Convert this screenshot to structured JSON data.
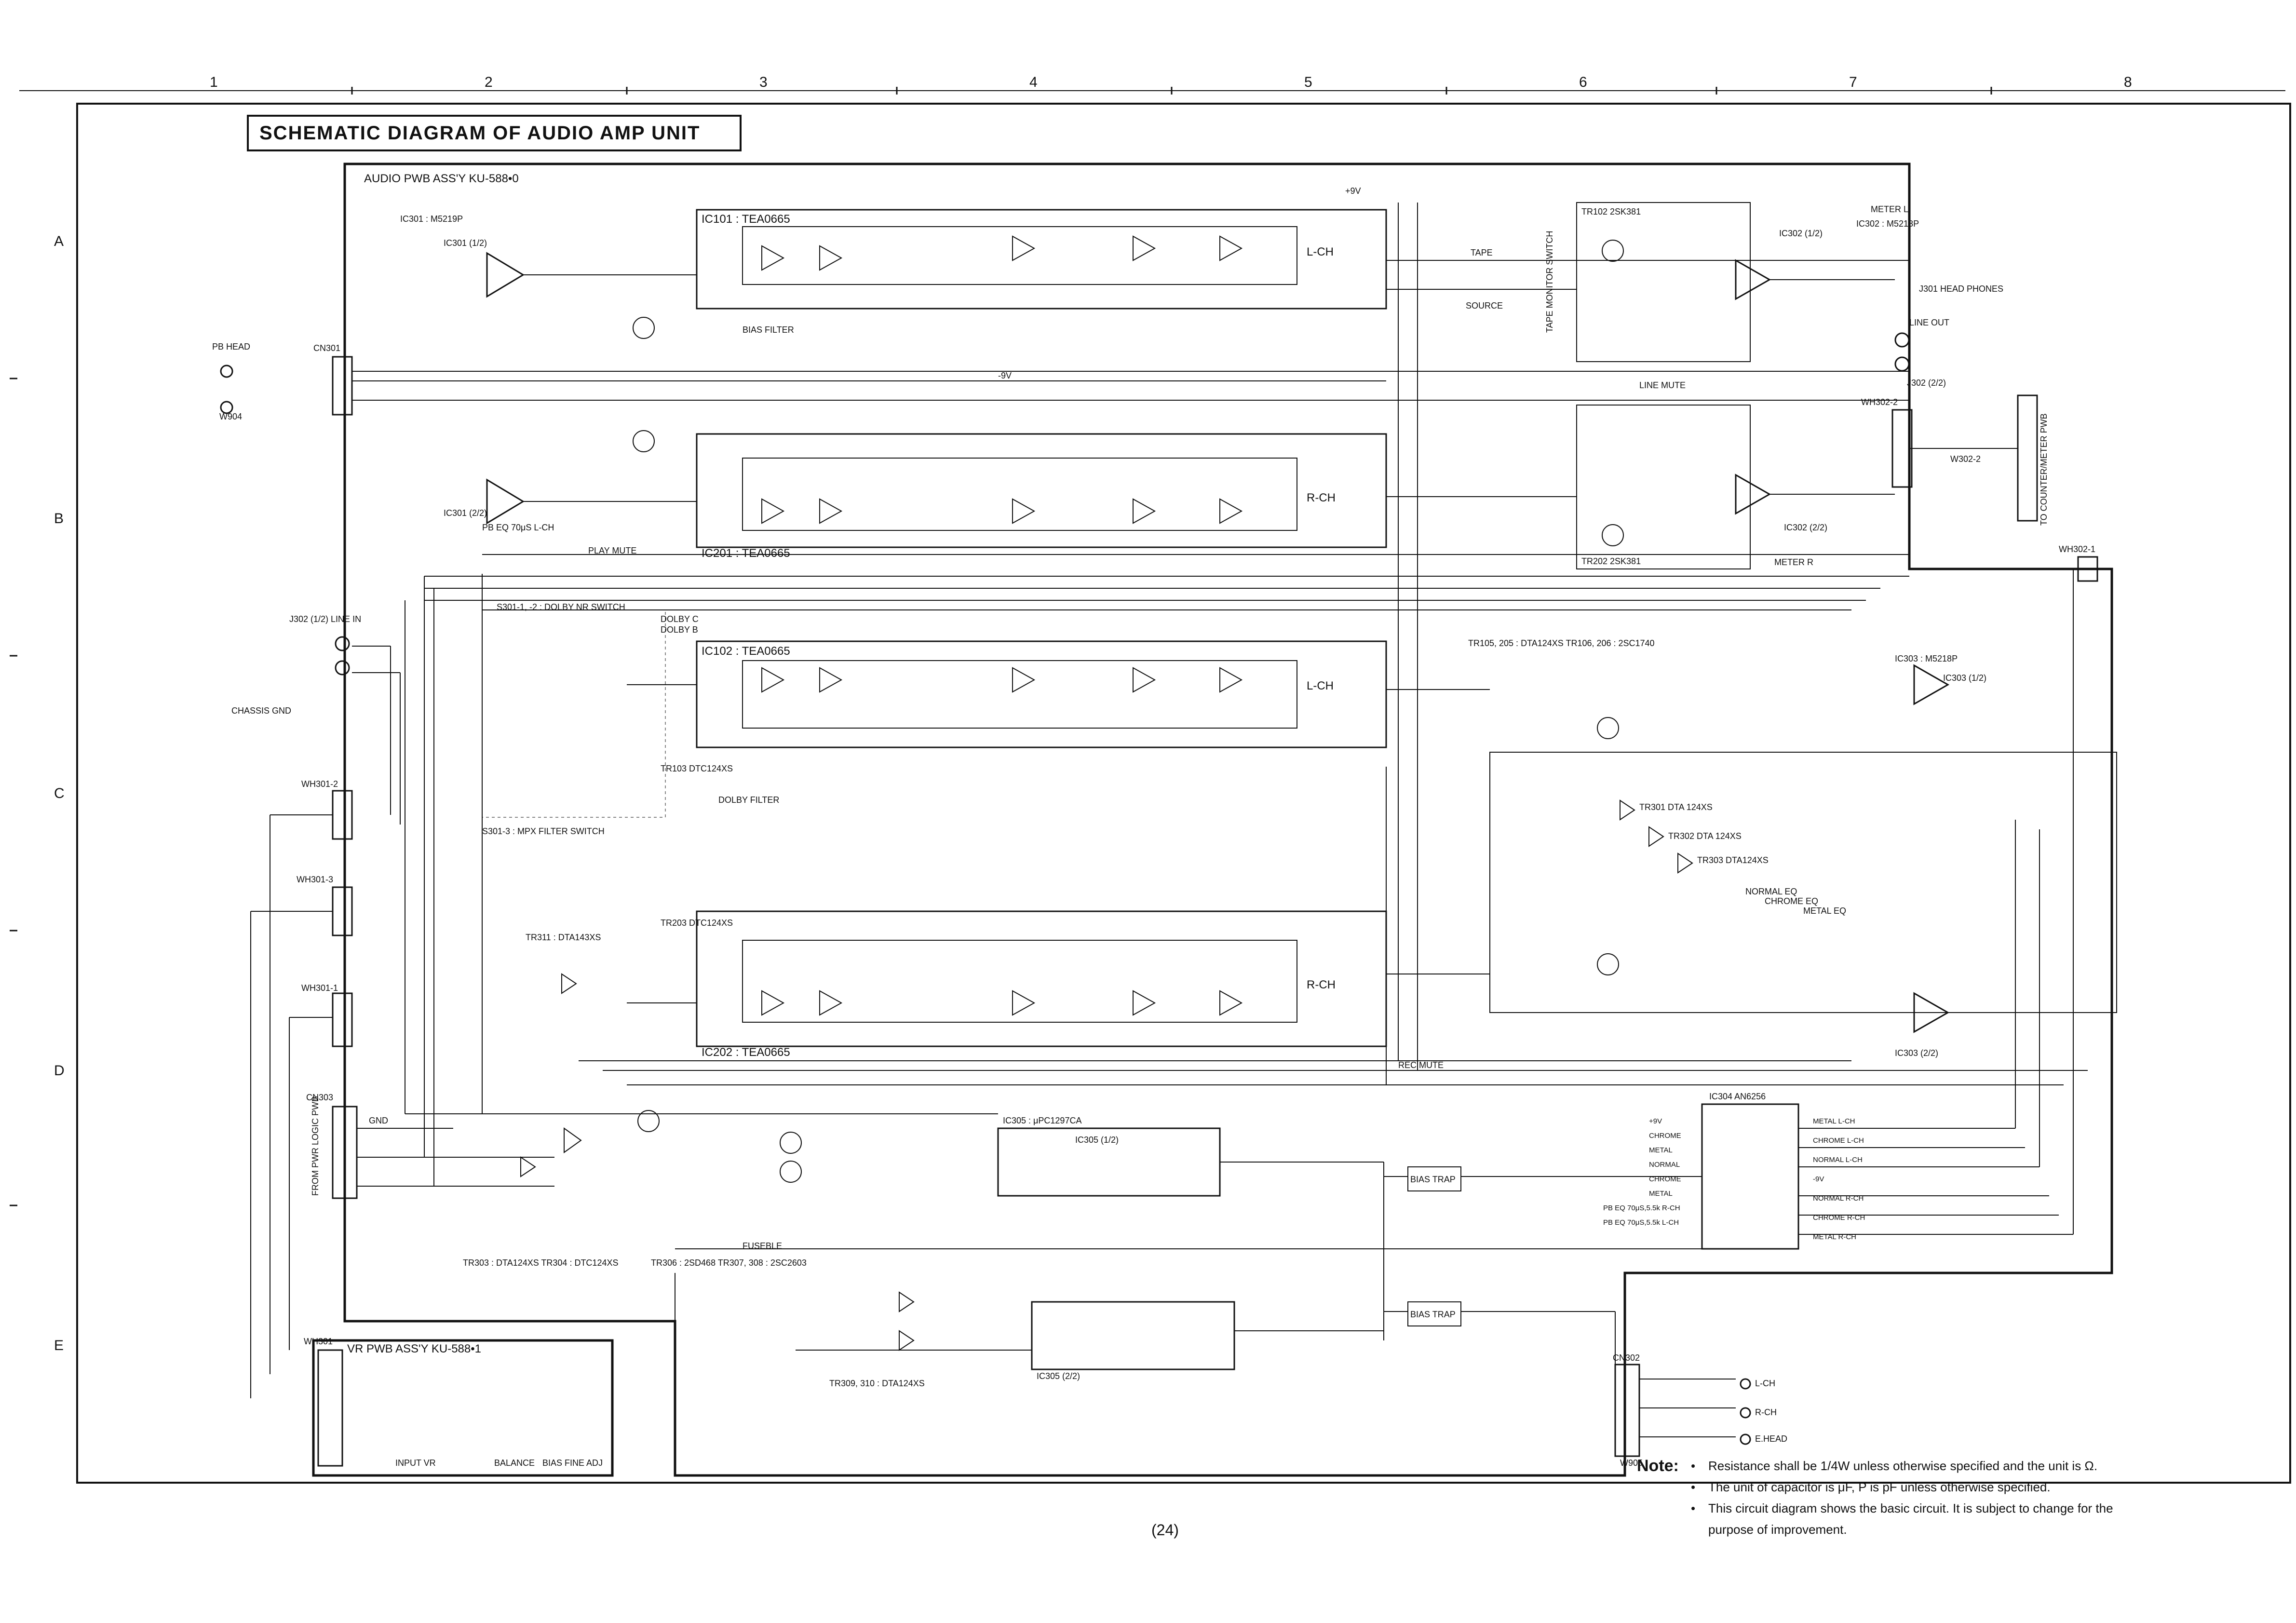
{
  "title": "SCHEMATIC DIAGRAM OF AUDIO AMP UNIT",
  "board": "AUDIO PWB ASS'Y   KU-588•0",
  "vr_board": "VR PWB ASS'Y   KU-588•1",
  "page_number": "(24)",
  "grid": {
    "columns": [
      "1",
      "2",
      "3",
      "4",
      "5",
      "6",
      "7",
      "8"
    ],
    "rows": [
      "A",
      "B",
      "C",
      "D",
      "E"
    ]
  },
  "ics": [
    {
      "ref": "IC101 : TEA0665",
      "channel": "L-CH"
    },
    {
      "ref": "IC201 : TEA0665",
      "channel": "R-CH"
    },
    {
      "ref": "IC102 : TEA0665",
      "channel": "L-CH"
    },
    {
      "ref": "IC202 : TEA0665",
      "channel": "R-CH"
    }
  ],
  "labels": {
    "ic301_type": "IC301 : M5219P",
    "ic301_1": "IC301 (1/2)",
    "ic301_2": "IC301 (2/2)",
    "ic302_type": "IC302 : M5218P",
    "ic302_1": "IC302 (1/2)",
    "ic302_2": "IC302 (2/2)",
    "ic303_type": "IC303 : M5218P",
    "ic303_1": "IC303 (1/2)",
    "ic303_2": "IC303 (2/2)",
    "ic304": "IC304   AN6256",
    "ic305_type": "IC305 : μPC1297CA",
    "ic305_1": "IC305 (1/2)",
    "ic305_2": "IC305 (2/2)",
    "tr102": "TR102   2SK381",
    "tr202": "TR202   2SK381",
    "tr105_206": "TR105, 205 : DTA124XS   TR106, 206 : 2SC1740",
    "tr301": "TR301   DTA 124XS",
    "tr302": "TR302   DTA 124XS",
    "tr303": "TR303   DTA124XS",
    "tr311": "TR311 : DTA143XS",
    "tr103": "TR103   DTC124XS",
    "tr203": "TR203   DTC124XS",
    "tr303_304": "TR303 : DTA124XS   TR304 : DTC124XS",
    "tr306_308": "TR306 : 2SD468     TR307, 308 : 2SC2603",
    "tr309_310": "TR309, 310 : DTA124XS",
    "dolby_switch": "S301-1, -2 : DOLBY NR SWITCH",
    "mpx_switch": "S301-3 : MPX FILTER SWITCH",
    "pb_head": "PB HEAD",
    "line_in": "J302 (1/2)  LINE IN",
    "chassis_gnd": "CHASSIS GND",
    "head_phones": "J301  HEAD PHONES",
    "line_out": "LINE OUT",
    "to_counter": "TO COUNTER/METER PWB",
    "from_pwr": "FROM PWR LOGIC PWB",
    "input_vr": "INPUT VR",
    "balance": "BALANCE",
    "bias_fine": "BIAS FINE ADJ",
    "tape": "TAPE",
    "source": "SOURCE",
    "tape_monitor": "TAPE MONITOR SWITCH",
    "metal_eq": "METAL EQ",
    "chrome_eq": "CHROME EQ",
    "normal_eq": "NORMAL EQ",
    "meter_l": "METER L",
    "meter_r": "METER R",
    "line_mute": "LINE MUTE",
    "rec_mute": "REC MUTE",
    "play_mute": "PLAY MUTE",
    "dolby_c": "DOLBY C",
    "dolby_b": "DOLBY B",
    "bias_trap": "BIAS TRAP",
    "fusible": "FUSEBLE",
    "bias_filter": "BIAS FILTER",
    "dolby_filter": "DOLBY FILTER",
    "pb_eq": "PB EQ 70μS L-CH",
    "l_ch": "L-CH",
    "r_ch": "R-CH",
    "e_head": "E.HEAD",
    "plus9v": "+9V",
    "minus9v": "-9V",
    "gnd": "GND"
  },
  "connectors": [
    "CN301",
    "CN302",
    "CN303",
    "WH301",
    "WH301-1",
    "WH301-2",
    "WH301-3",
    "WH302-1",
    "WH302-2",
    "J302 (2/2)",
    "W904",
    "W905",
    "W302-2"
  ],
  "ic304_pins": [
    "+9V",
    "CHROME",
    "METAL",
    "NORMAL",
    "CHROME",
    "METAL",
    "PB EQ 70μS,5.5k R-CH",
    "PB EQ 70μS,5.5k L-CH"
  ],
  "ic304_outputs": [
    "METAL L-CH",
    "CHROME L-CH",
    "NORMAL L-CH",
    "-9V",
    "NORMAL R-CH",
    "CHROME R-CH",
    "METAL R-CH"
  ],
  "note": {
    "head": "Note:",
    "items": [
      "Resistance shall be 1/4W unless otherwise specified and the unit is Ω.",
      "The unit of capacitor is μF, P is pF unless otherwise specified.",
      "This circuit diagram shows the basic circuit.  It is subject to change for the purpose of improvement."
    ]
  }
}
